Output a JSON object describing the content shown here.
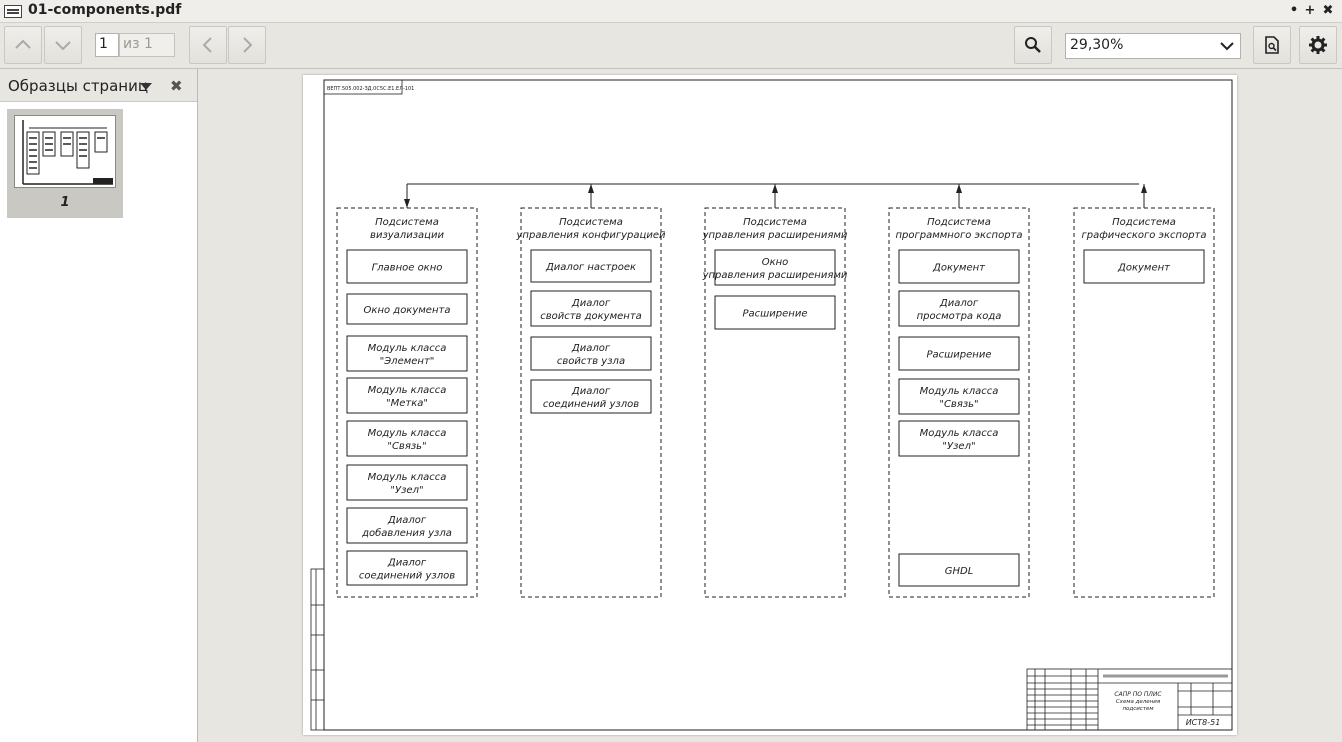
{
  "window": {
    "title": "01-components.pdf",
    "minimize": "•",
    "maximize": "+",
    "close": "✖"
  },
  "toolbar": {
    "page_current": "1",
    "page_of": "из 1",
    "zoom": "29,30%"
  },
  "sidebar": {
    "title": "Образцы страниц",
    "thumbnail_label": "1"
  },
  "drawing": {
    "stamp_top": "ВЕПТ.505.002-ЗД.0С5С.Е1.ЕЛ-101",
    "subsystems": [
      {
        "title": [
          "Подсистема",
          "визуализации"
        ],
        "items": [
          [
            "Главное окно"
          ],
          [
            "Окно документа"
          ],
          [
            "Модуль класса",
            "\"Элемент\""
          ],
          [
            "Модуль класса",
            "\"Метка\""
          ],
          [
            "Модуль класса",
            "\"Связь\""
          ],
          [
            "Модуль класса",
            "\"Узел\""
          ],
          [
            "Диалог",
            "добавления узла"
          ],
          [
            "Диалог",
            "соединений узлов"
          ]
        ]
      },
      {
        "title": [
          "Подсистема",
          "управления конфигурацией"
        ],
        "items": [
          [
            "Диалог настроек"
          ],
          [
            "Диалог",
            "свойств документа"
          ],
          [
            "Диалог",
            "свойств узла"
          ],
          [
            "Диалог",
            "соединений узлов"
          ]
        ]
      },
      {
        "title": [
          "Подсистема",
          "управления расширениями"
        ],
        "items": [
          [
            "Окно",
            "управления расширениями"
          ],
          [
            "Расширение"
          ]
        ]
      },
      {
        "title": [
          "Подсистема",
          "программного экспорта"
        ],
        "items": [
          [
            "Документ"
          ],
          [
            "Диалог",
            "просмотра кода"
          ],
          [
            "Расширение"
          ],
          [
            "Модуль класса",
            "\"Связь\""
          ],
          [
            "Модуль класса",
            "\"Узел\""
          ],
          [
            "GHDL"
          ]
        ]
      },
      {
        "title": [
          "Подсистема",
          "графического экспорта"
        ],
        "items": [
          [
            "Документ"
          ]
        ]
      }
    ],
    "title_block": {
      "org": "САПР ПО ПЛИС",
      "doc_name": [
        "Схема деления",
        "подсистем"
      ],
      "group": "ИСТ8-51"
    }
  }
}
